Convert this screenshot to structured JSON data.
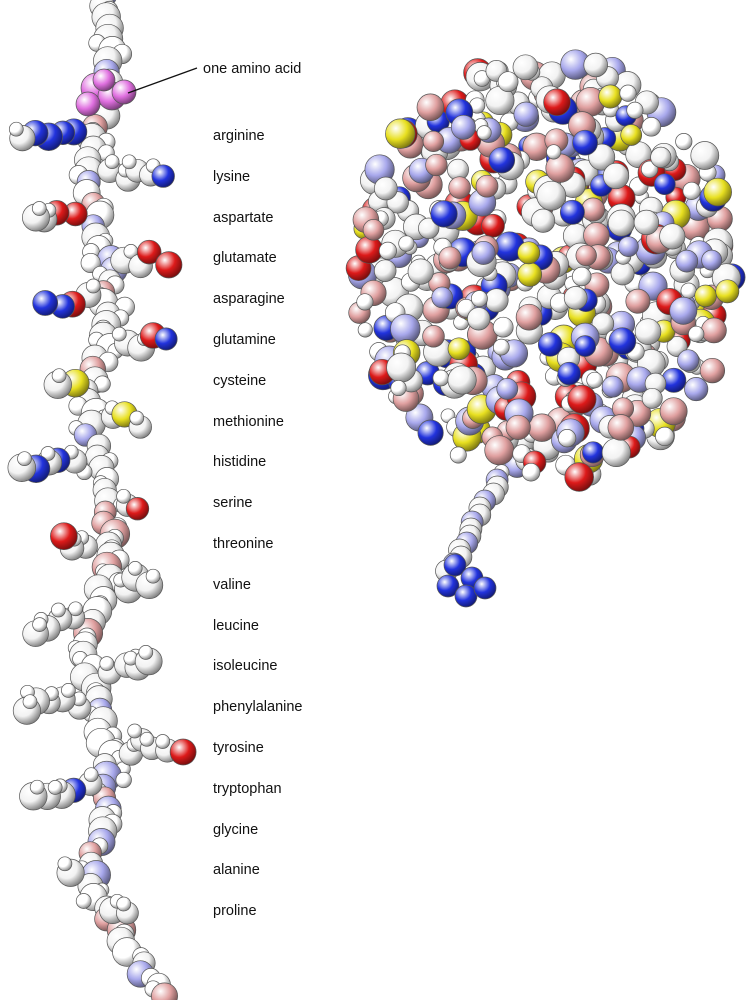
{
  "callout": {
    "text": "one amino acid"
  },
  "residues": [
    {
      "name": "arginine",
      "side": "left",
      "atoms": [
        "N",
        "N",
        "N",
        "N",
        "C"
      ]
    },
    {
      "name": "lysine",
      "side": "right",
      "atoms": [
        "C",
        "C",
        "C",
        "C",
        "N"
      ]
    },
    {
      "name": "aspartate",
      "side": "left",
      "atoms": [
        "O",
        "O",
        "C",
        "C"
      ]
    },
    {
      "name": "glutamate",
      "side": "right",
      "atoms": [
        "C",
        "C",
        "O",
        "O"
      ]
    },
    {
      "name": "asparagine",
      "side": "left",
      "atoms": [
        "C",
        "O",
        "N",
        "N"
      ]
    },
    {
      "name": "glutamine",
      "side": "right",
      "atoms": [
        "C",
        "C",
        "O",
        "N"
      ]
    },
    {
      "name": "cysteine",
      "side": "left",
      "atoms": [
        "S",
        "C"
      ]
    },
    {
      "name": "methionine",
      "side": "right",
      "atoms": [
        "C",
        "S",
        "C"
      ]
    },
    {
      "name": "histidine",
      "side": "left",
      "atoms": [
        "C",
        "N",
        "C",
        "N",
        "C"
      ]
    },
    {
      "name": "serine",
      "side": "right",
      "atoms": [
        "C",
        "O"
      ]
    },
    {
      "name": "threonine",
      "side": "left",
      "atoms": [
        "C",
        "C",
        "O"
      ]
    },
    {
      "name": "valine",
      "side": "right",
      "atoms": [
        "C",
        "C",
        "C"
      ]
    },
    {
      "name": "leucine",
      "side": "left",
      "atoms": [
        "C",
        "C",
        "C",
        "C"
      ]
    },
    {
      "name": "isoleucine",
      "side": "right",
      "atoms": [
        "C",
        "C",
        "C",
        "C"
      ]
    },
    {
      "name": "phenylalanine",
      "side": "left",
      "atoms": [
        "C",
        "C",
        "C",
        "C",
        "C"
      ]
    },
    {
      "name": "tyrosine",
      "side": "right",
      "atoms": [
        "C",
        "C",
        "C",
        "C",
        "O"
      ]
    },
    {
      "name": "tryptophan",
      "side": "left",
      "atoms": [
        "C",
        "N",
        "C",
        "C",
        "C"
      ]
    },
    {
      "name": "glycine",
      "side": "right",
      "atoms": []
    },
    {
      "name": "alanine",
      "side": "left",
      "atoms": [
        "C"
      ]
    },
    {
      "name": "proline",
      "side": "right",
      "atoms": [
        "C",
        "C"
      ]
    }
  ],
  "atom_colors": {
    "C": "#f2f2f2",
    "H": "#ffffff",
    "N_backbone": "#a8a8ec",
    "O_backbone": "#e0a0a0",
    "N": "#2233dd",
    "O": "#dd1a1a",
    "S": "#e8e020",
    "highlight": "#e070e0",
    "outline": "#555555"
  }
}
